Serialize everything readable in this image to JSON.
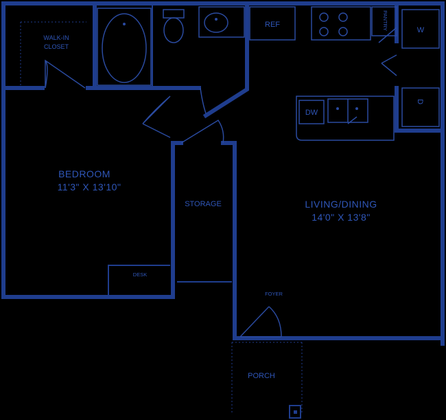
{
  "colors": {
    "background": "#000000",
    "wall": "#1f3d8e",
    "text": "#2f56b8"
  },
  "rooms": {
    "walk_in_closet": {
      "line1": "WALK-IN",
      "line2": "CLOSET"
    },
    "bedroom": {
      "name": "BEDROOM",
      "dims": "11'3\" X 13'10\""
    },
    "living_dining": {
      "name": "LIVING/DINING",
      "dims": "14'0\" X 13'8\""
    },
    "storage": {
      "name": "STORAGE"
    },
    "porch": {
      "name": "PORCH"
    },
    "foyer": {
      "name": "FOYER"
    },
    "desk": {
      "name": "DESK"
    },
    "pantry": {
      "name": "PANTRY"
    }
  },
  "appliances": {
    "refrigerator": "REF",
    "dishwasher": "DW",
    "washer": "W",
    "dryer": "D"
  }
}
